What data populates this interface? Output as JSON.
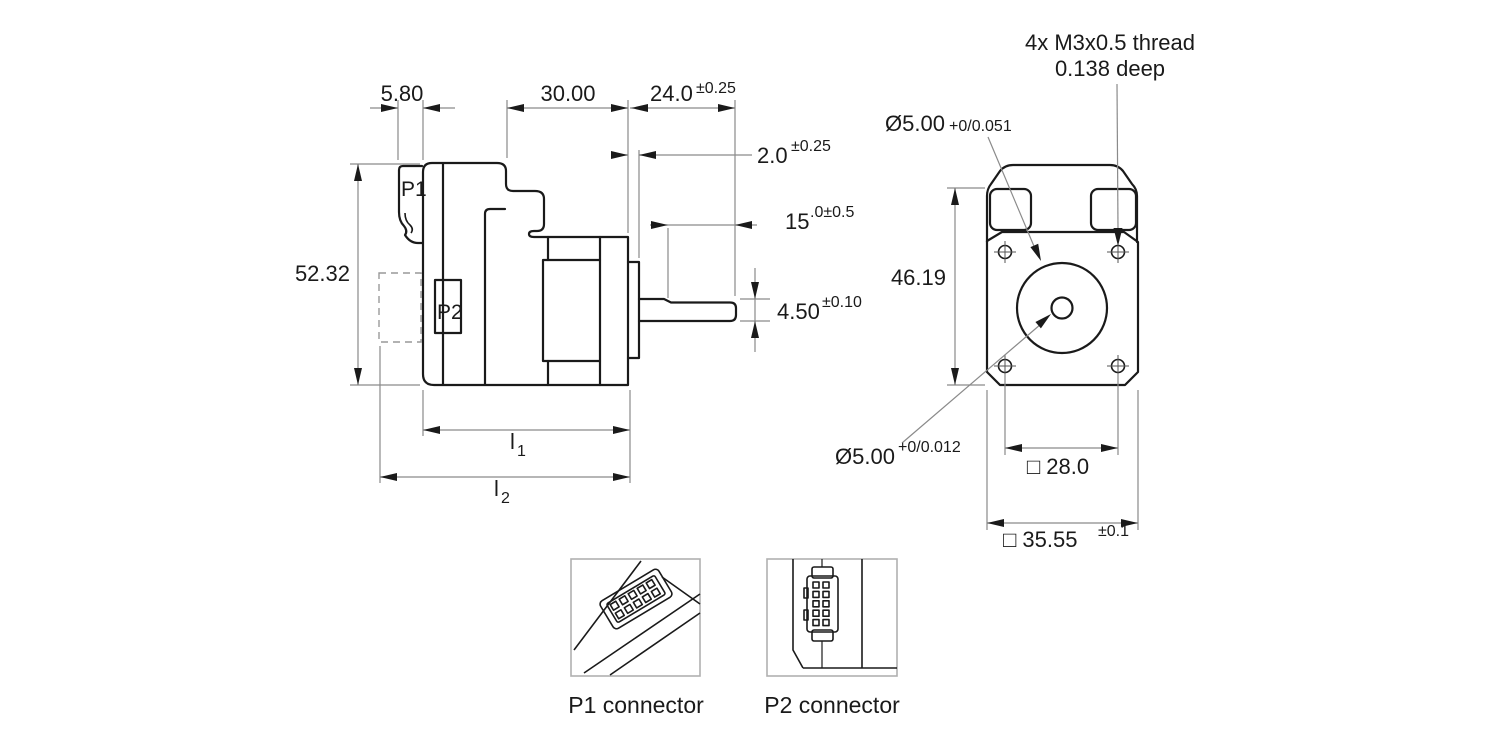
{
  "side": {
    "p1": "P1",
    "p2": "P2",
    "dim_580": "5.80",
    "dim_3000": "30.00",
    "dim_240": "24.0",
    "dim_240_tol": "±0.25",
    "dim_20": "2.0",
    "dim_20_tol": "±0.25",
    "dim_15": "15",
    "dim_15_tol": ".0±0.5",
    "dim_450": "4.50",
    "dim_450_tol": "±0.10",
    "dim_5232": "52.32",
    "dim_l1": "l",
    "dim_l1_sub": "1",
    "dim_l2": "l",
    "dim_l2_sub": "2"
  },
  "front": {
    "note_thread_1": "4x M3x0.5 thread",
    "note_thread_2": "0.138 deep",
    "dia_pilot": "Ø5.00",
    "dia_pilot_tol": "+0/0.051",
    "dia_shaft": "Ø5.00",
    "dia_shaft_tol": "+0/0.012",
    "dim_4619": "46.19",
    "dim_28": "□ 28.0",
    "dim_3555": "□ 35.55",
    "dim_3555_tol": "±0.1"
  },
  "details": {
    "caption_p1": "P1 connector",
    "caption_p2": "P2 connector"
  },
  "colors": {
    "line": "#1a1a1a",
    "dimension": "#8a8a8a",
    "detail_border": "#b0b0b0"
  }
}
